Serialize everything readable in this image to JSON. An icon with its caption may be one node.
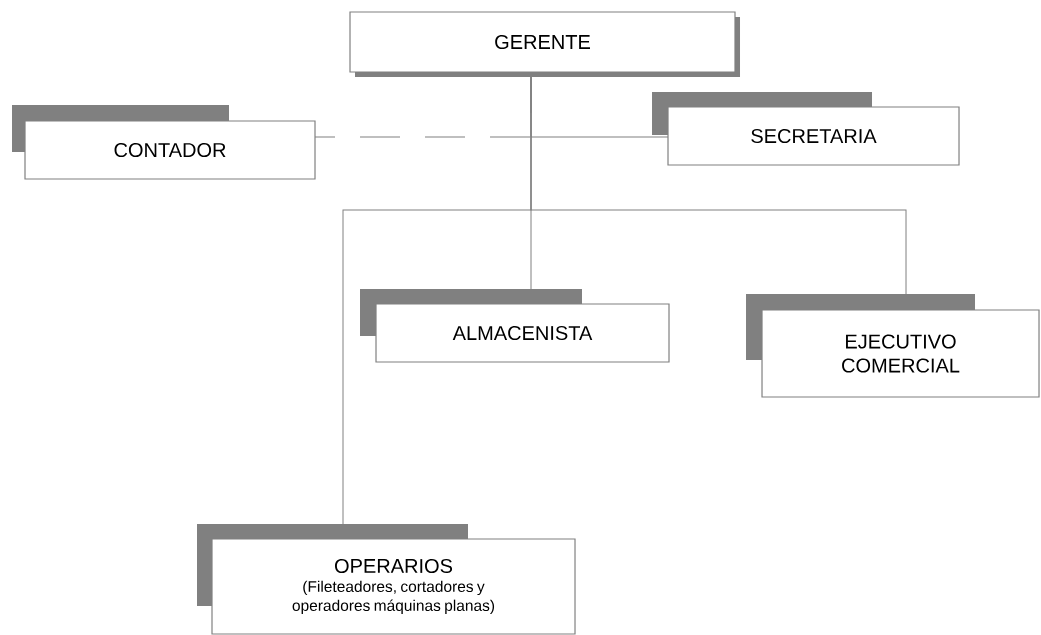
{
  "diagram": {
    "nodes": [
      {
        "text": [
          "GERENTE"
        ]
      },
      {
        "text": [
          "CONTADOR"
        ]
      },
      {
        "text": [
          "SECRETARIA"
        ]
      },
      {
        "text": [
          "ALMACENISTA"
        ]
      },
      {
        "text": [
          "EJECUTIVO COMERCIAL"
        ]
      },
      {
        "text": [
          "OPERARIOS",
          "(Fileteadores, cortadores y operadores máquinas planas)"
        ]
      }
    ],
    "edges": [
      {
        "from": 0,
        "to": 1,
        "arrow": "none",
        "style": "dashed"
      },
      {
        "from": 0,
        "to": 2,
        "arrow": "none"
      },
      {
        "from": 0,
        "to": 3,
        "arrow": "none"
      },
      {
        "from": 0,
        "to": 4,
        "arrow": "none"
      },
      {
        "from": 0,
        "to": 5,
        "arrow": "none"
      }
    ]
  }
}
